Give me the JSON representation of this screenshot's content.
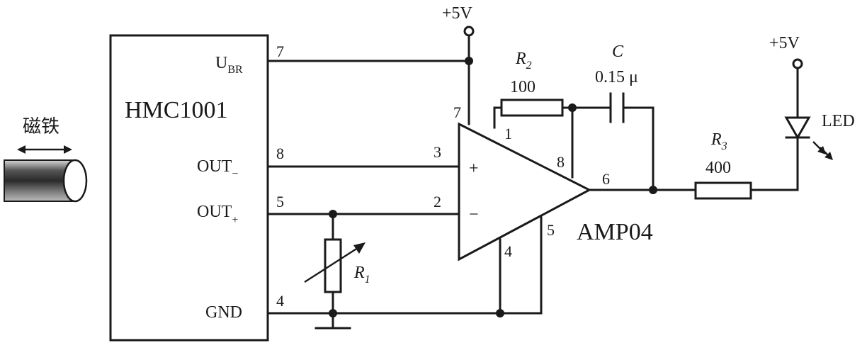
{
  "labels": {
    "supply_top": "+5V",
    "supply_right": "+5V",
    "sensor_name": "HMC1001",
    "amp_name": "AMP04",
    "magnet": "磁铁",
    "led": "LED"
  },
  "sensor_pins": {
    "ubr_main": "U",
    "ubr_sub": "BR",
    "ubr_num": "7",
    "out_minus": "OUT",
    "out_minus_sign": "−",
    "out_minus_num": "8",
    "out_plus": "OUT",
    "out_plus_sign": "+",
    "out_plus_num": "5",
    "gnd": "GND",
    "gnd_num": "4"
  },
  "amp_pins": {
    "p7": "7",
    "p1": "1",
    "p8": "8",
    "p3": "3",
    "p2": "2",
    "p6": "6",
    "p4": "4",
    "p5": "5",
    "plus": "+",
    "minus": "−"
  },
  "components": {
    "r1_main": "R",
    "r1_sub": "1",
    "r2_main": "R",
    "r2_sub": "2",
    "r2_value": "100",
    "r3_main": "R",
    "r3_sub": "3",
    "r3_value": "400",
    "c_name": "C",
    "c_value": "0.15 μ"
  }
}
